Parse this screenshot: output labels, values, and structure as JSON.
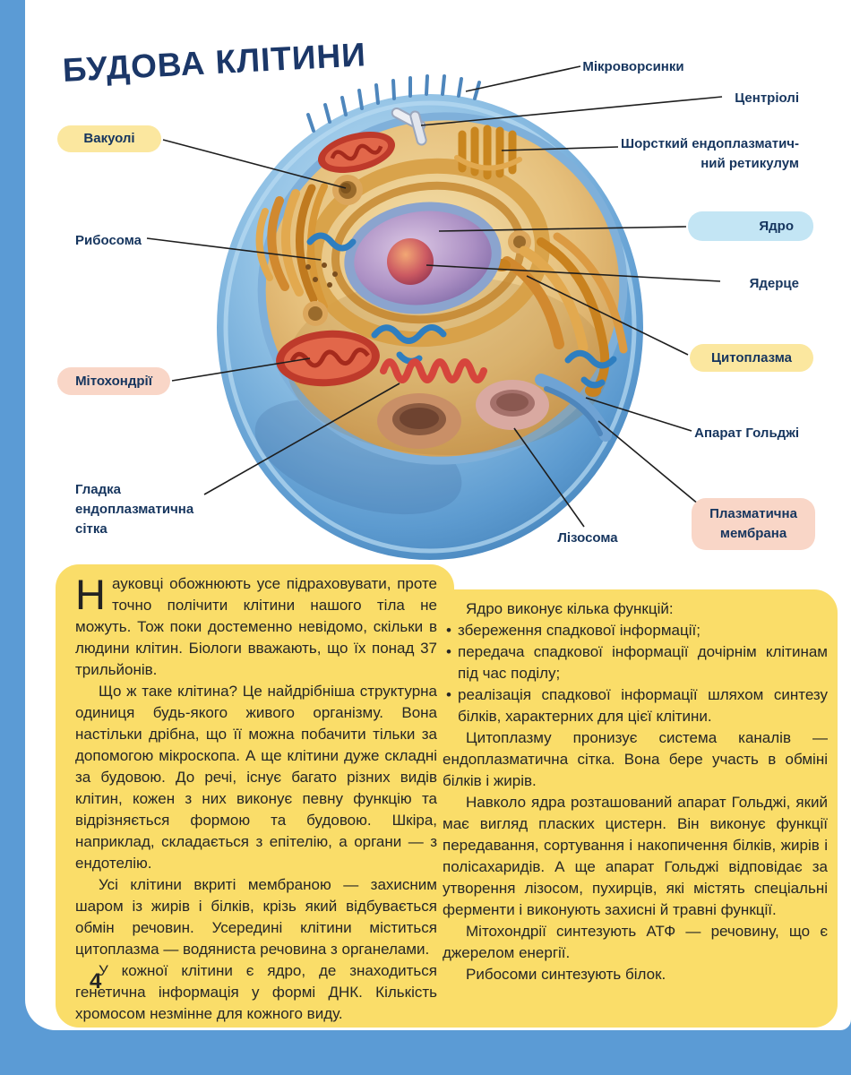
{
  "page": {
    "title": "БУДОВА КЛІТИНИ",
    "page_number": "4"
  },
  "colors": {
    "frame_blue": "#5B9BD5",
    "panel_yellow": "#FADD69",
    "highlight_yellow": "#FBE79F",
    "highlight_blue": "#C3E5F4",
    "highlight_pink": "#F9D6C7",
    "title_navy": "#1B3768"
  },
  "diagram": {
    "labels": {
      "microvilli": "Мікроворсинки",
      "centrioles": "Центріолі",
      "vacuoles": "Вакуолі",
      "rough_er_line1": "Шорсткий ендоплазматич-",
      "rough_er_line2": "ний ретикулум",
      "nucleus": "Ядро",
      "ribosome": "Рибосома",
      "nucleolus": "Ядерце",
      "cytoplasm": "Цитоплазма",
      "mitochondria": "Мітохондрії",
      "golgi": "Апарат Гольджі",
      "smooth_er_line1": "Гладка",
      "smooth_er_line2": "ендоплазматична",
      "smooth_er_line3": "сітка",
      "lysosome": "Лізосома",
      "membrane_line1": "Плазматична",
      "membrane_line2": "мембрана"
    }
  },
  "article": {
    "dropcap": "Н",
    "left_column": {
      "p1": "ауковці обожнюють усе підраховувати, проте точно полічити клітини нашого тіла не можуть. Тож поки достеменно невідомо, скільки в людини клітин. Біологи вважають, що їх понад 37 трильйонів.",
      "p2": "Що ж таке клітина? Це найдрібніша структурна одиниця будь-якого живого організму. Вона настільки дрібна, що її можна побачити тільки за допомогою мікроскопа. А ще клітини дуже складні за будовою. До речі, існує багато різних видів клітин, кожен з них виконує певну функцію та відрізняється формою та будовою. Шкіра, наприклад, складається з епітелію, а органи — з ендотелію.",
      "p3": "Усі клітини вкриті мембраною — захисним шаром із жирів і білків, крізь який відбувається обмін речовин. Усередині клітини міститься цитоплазма — водяниста речовина з органелами.",
      "p4": "У кожної клітини є ядро, де знаходиться генетична інформація у формі ДНК. Кількість хромосом незмінне для кожного виду."
    },
    "right_column": {
      "intro": "Ядро виконує кілька функцій:",
      "bullets": [
        "збереження спадкової інформації;",
        "передача спадкової інформації дочірнім клітинам під час поділу;",
        "реалізація спадкової інформації шляхом синтезу білків, характерних для цієї клітини."
      ],
      "p1": "Цитоплазму пронизує система каналів — ендоплазматична сітка. Вона бере участь в обміні білків і жирів.",
      "p2": "Навколо ядра розташований апарат Гольджі, який має вигляд пласких цистерн. Він виконує функції передавання, сортування і накопичення білків, жирів і полісахаридів. А ще апарат Гольджі відповідає за утворення лізосом, пухирців, які містять спеціальні ферменти і виконують захисні й травні функції.",
      "p3": "Мітохондрії синтезують АТФ — речовину, що є джерелом енергії.",
      "p4": "Рибосоми синтезують білок."
    }
  }
}
